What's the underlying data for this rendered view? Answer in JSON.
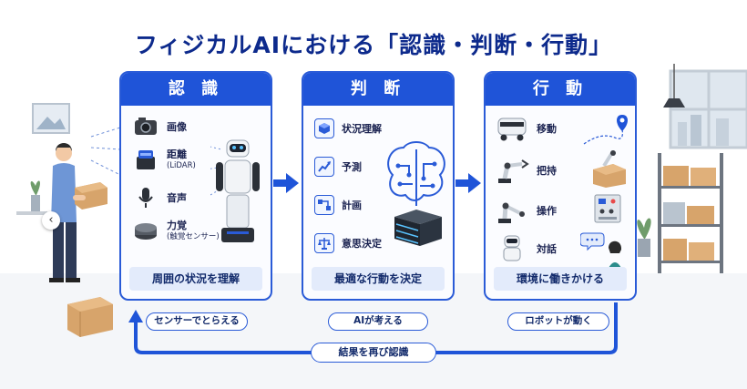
{
  "title": "フィジカルAIにおける「認識・判断・行動」",
  "panels": [
    {
      "heading": "認 識",
      "items": [
        {
          "label": "画像",
          "icon": "camera-icon"
        },
        {
          "label": "距離",
          "sub": "(LiDAR)",
          "icon": "lidar-icon"
        },
        {
          "label": "音声",
          "icon": "microphone-icon"
        },
        {
          "label": "力覚",
          "sub": "(触覚センサー)",
          "icon": "force-sensor-icon"
        }
      ],
      "footer": "周囲の状況を理解",
      "pill": "センサーでとらえる"
    },
    {
      "heading": "判 断",
      "items": [
        {
          "label": "状況理解",
          "icon": "cube-icon"
        },
        {
          "label": "予測",
          "icon": "trend-chart-icon"
        },
        {
          "label": "計画",
          "icon": "flow-plan-icon"
        },
        {
          "label": "意思決定",
          "icon": "scale-icon"
        }
      ],
      "footer": "最適な行動を決定",
      "pill": "AIが考える"
    },
    {
      "heading": "行 動",
      "items": [
        {
          "label": "移動",
          "icon": "mobile-robot-icon"
        },
        {
          "label": "把持",
          "icon": "robot-arm-icon"
        },
        {
          "label": "操作",
          "icon": "robot-arm-operate-icon"
        },
        {
          "label": "対話",
          "icon": "humanoid-chat-icon"
        }
      ],
      "footer": "環境に働きかける",
      "pill": "ロボットが動く"
    }
  ],
  "loop_label": "結果を再び認識",
  "nav_button": "‹",
  "colors": {
    "accent": "#1f54d8",
    "title": "#0d2a8c",
    "footer_bg": "#e3ebfb",
    "background": "#ffffff"
  }
}
